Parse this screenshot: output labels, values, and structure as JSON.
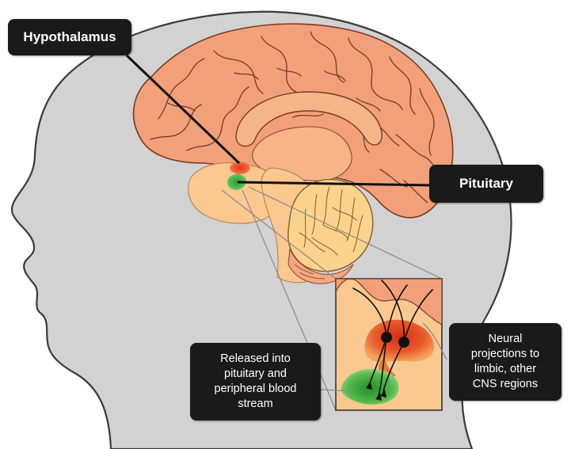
{
  "labels": {
    "hypothalamus": "Hypothalamus",
    "pituitary": "Pituitary",
    "released": [
      "Released into",
      "pituitary and",
      "peripheral blood",
      "stream"
    ],
    "neural": [
      "Neural",
      "projections to",
      "limbic, other",
      "CNS regions"
    ]
  },
  "colors": {
    "head": "#d2d2d2",
    "head_outline": "#3a3a3a",
    "cerebrum": "#f2a07a",
    "cerebrum_outline": "#7a3a22",
    "brainstem": "#fbc88f",
    "cerebellum": "#fbd38c",
    "hypothalamus": "#e8311d",
    "pituitary": "#3aa23a",
    "label_bg": "#1a1a1a",
    "label_text": "#ffffff"
  }
}
